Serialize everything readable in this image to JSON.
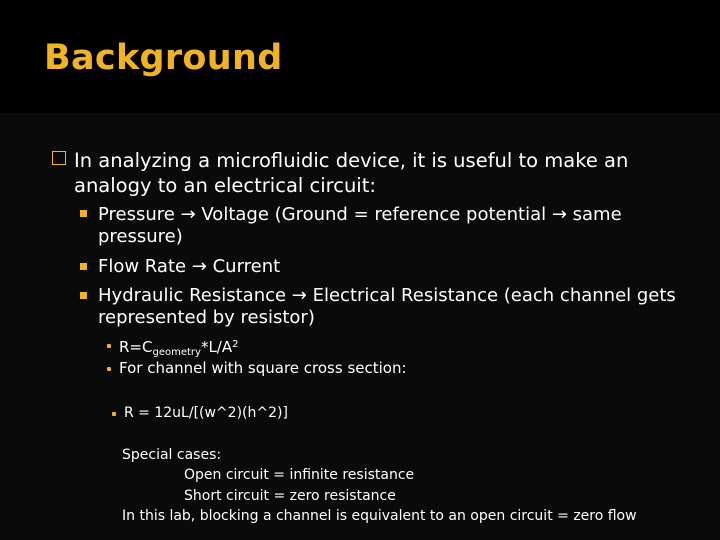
{
  "slide": {
    "title": "Background",
    "bullet_1": "In analyzing a microfluidic device, it is useful to make an analogy to an electrical circuit:",
    "sub_bullets": [
      "Pressure → Voltage (Ground = reference potential → same pressure)",
      "Flow Rate → Current",
      "Hydraulic Resistance → Electrical Resistance (each channel gets represented by resistor)"
    ],
    "formula": {
      "prefix": "R=C",
      "subscript": "geometry",
      "middle": "*L/A",
      "superscript": "2"
    },
    "square_section": "For channel with square cross section:",
    "square_formula": "R = 12uL/[(w^2)(h^2)]",
    "special_cases_heading": "Special cases:",
    "open_circuit": "Open circuit = infinite resistance",
    "short_circuit": "Short circuit = zero resistance",
    "lab_note": "In this lab, blocking a channel is equivalent to an open circuit = zero flow"
  },
  "colors": {
    "accent": "#f0b323",
    "background": "#0a0a0a",
    "title_bar": "#000000",
    "text": "#ffffff"
  }
}
